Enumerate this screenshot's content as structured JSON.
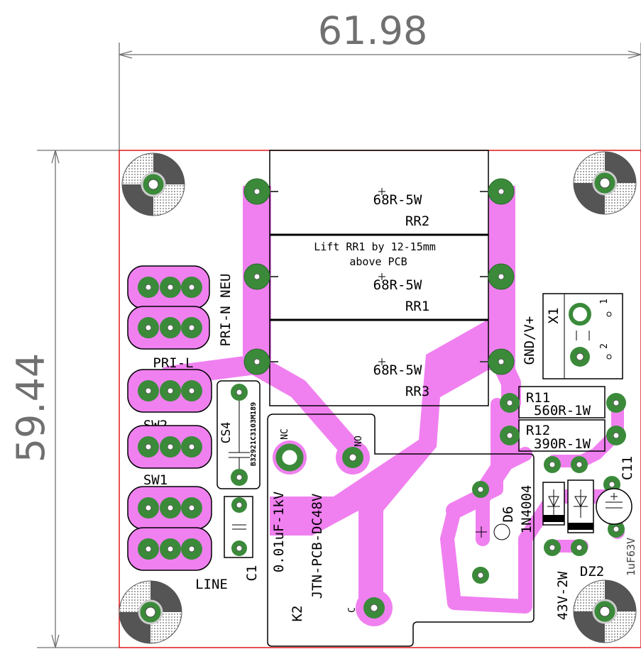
{
  "dimensions": {
    "width": "61.98",
    "height": "59.44"
  },
  "colors": {
    "copper": "#f080f0",
    "pad": "#3a8a3a",
    "board_outline": "#e01818",
    "silkscreen": "#000000",
    "dimension": "#707070"
  },
  "resistors": [
    {
      "value": "68R-5W",
      "ref": "RR2"
    },
    {
      "value": "68R-5W",
      "ref": "RR1"
    },
    {
      "value": "68R-5W",
      "ref": "RR3"
    }
  ],
  "note": {
    "line1": "Lift RR1 by 12-15mm",
    "line2": "above PCB"
  },
  "connectors": {
    "pri_neu": "PRI-N NEU",
    "pri_l": "PRI-L",
    "sw2": "SW2",
    "sw1": "SW1",
    "line": "LINE"
  },
  "x1": {
    "ref": "X1",
    "label": "GND/V+",
    "pin1": "1",
    "pin2": "2"
  },
  "small_resistors": [
    {
      "ref": "R11",
      "value": "560R-1W"
    },
    {
      "ref": "R12",
      "value": "390R-1W"
    }
  ],
  "cs4": {
    "ref": "CS4",
    "part": "B32921C3103M189"
  },
  "c1": {
    "ref": "C1",
    "value": "0.01uF-1kV"
  },
  "relay": {
    "ref": "K2",
    "part": "JTN-PCB-DC48V",
    "nc": "NC",
    "no": "NO",
    "c": "C"
  },
  "d6": {
    "ref": "D6",
    "part": "1N4004"
  },
  "dz2": {
    "ref": "DZ2",
    "value": "43V-2W"
  },
  "c11": {
    "ref": "C11",
    "value": "1uF63V"
  }
}
